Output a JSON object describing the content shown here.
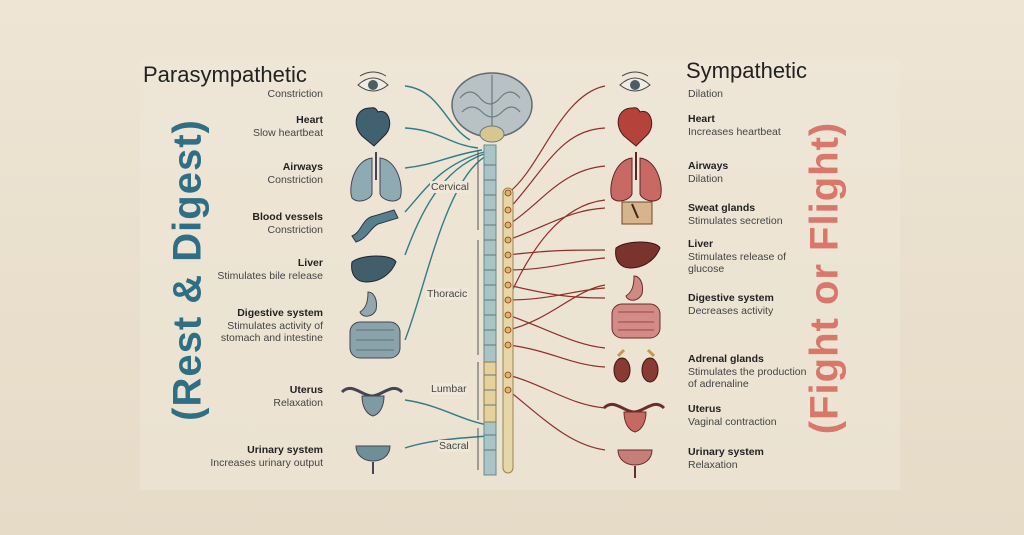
{
  "titles": {
    "left": "Parasympathetic",
    "right": "Sympathetic"
  },
  "side_labels": {
    "left": "(Rest & Digest)",
    "right": "(Fight or Flight)"
  },
  "spine_segments": [
    "Cervical",
    "Thoracic",
    "Lumbar",
    "Sacral"
  ],
  "parasympathetic": [
    {
      "heading": "",
      "desc": "Constriction"
    },
    {
      "heading": "Heart",
      "desc": "Slow heartbeat"
    },
    {
      "heading": "Airways",
      "desc": "Constriction"
    },
    {
      "heading": "Blood vessels",
      "desc": "Constriction"
    },
    {
      "heading": "Liver",
      "desc": "Stimulates bile release"
    },
    {
      "heading": "Digestive system",
      "desc": "Stimulates activity of stomach and intestine"
    },
    {
      "heading": "Uterus",
      "desc": "Relaxation"
    },
    {
      "heading": "Urinary system",
      "desc": "Increases urinary output"
    }
  ],
  "sympathetic": [
    {
      "heading": "",
      "desc": "Dilation"
    },
    {
      "heading": "Heart",
      "desc": "Increases heartbeat"
    },
    {
      "heading": "Airways",
      "desc": "Dilation"
    },
    {
      "heading": "Sweat glands",
      "desc": "Stimulates secretion"
    },
    {
      "heading": "Liver",
      "desc": "Stimulates release of glucose"
    },
    {
      "heading": "Digestive system",
      "desc": "Decreases activity"
    },
    {
      "heading": "Adrenal glands",
      "desc": "Stimulates the production of adrenaline"
    },
    {
      "heading": "Uterus",
      "desc": "Vaginal contraction"
    },
    {
      "heading": "Urinary system",
      "desc": "Relaxation"
    }
  ],
  "colors": {
    "parasympathetic": "#2f7d86",
    "sympathetic": "#8e2f2a",
    "rest": "#2f6f86",
    "fight": "#d9776a"
  },
  "icons": [
    "eye-icon",
    "heart-icon",
    "lungs-icon",
    "blood-vessel-icon",
    "liver-icon",
    "digestive-system-icon",
    "uterus-icon",
    "bladder-icon",
    "brain-icon",
    "sweat-gland-icon",
    "adrenal-glands-icon"
  ]
}
